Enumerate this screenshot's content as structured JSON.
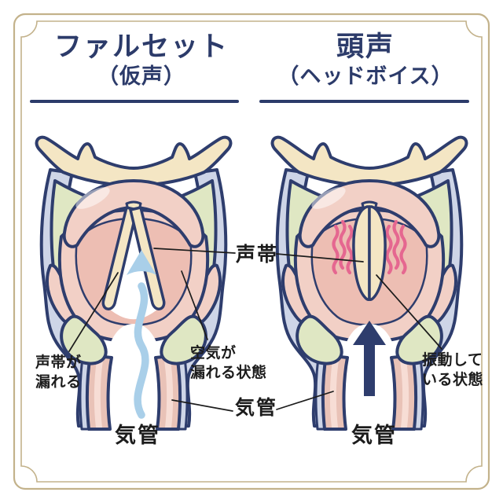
{
  "left_panel": {
    "title": "ファルセット",
    "subtitle": "（仮声）",
    "annotations": {
      "vocal_cord_leak": "声帯が\n漏れる",
      "air_leak": "空気が\n漏れる状態",
      "trachea": "気管"
    }
  },
  "right_panel": {
    "title": "頭声",
    "subtitle": "（ヘッドボイス）",
    "annotations": {
      "vibrating": "振動して\nいる状態",
      "trachea": "気管"
    }
  },
  "center_labels": {
    "vocal_cords": "声帯",
    "trachea": "気管"
  },
  "colors": {
    "title_navy": "#2c3b6a",
    "outline_navy": "#2e3d6d",
    "label_black": "#1c1c1c",
    "frame_tan": "#c3b28b",
    "lavender_membrane": "#ced5e7",
    "cream_cartilage": "#f4e6c4",
    "green_cartilage": "#dfe7c3",
    "pink_muscle_light": "#f2d0c6",
    "pink_muscle_deep": "#edbeb3",
    "trachea_pink": "#e9c2b7",
    "vibration_pink": "#e56790",
    "airflow_blue": "#a9cfe9"
  }
}
